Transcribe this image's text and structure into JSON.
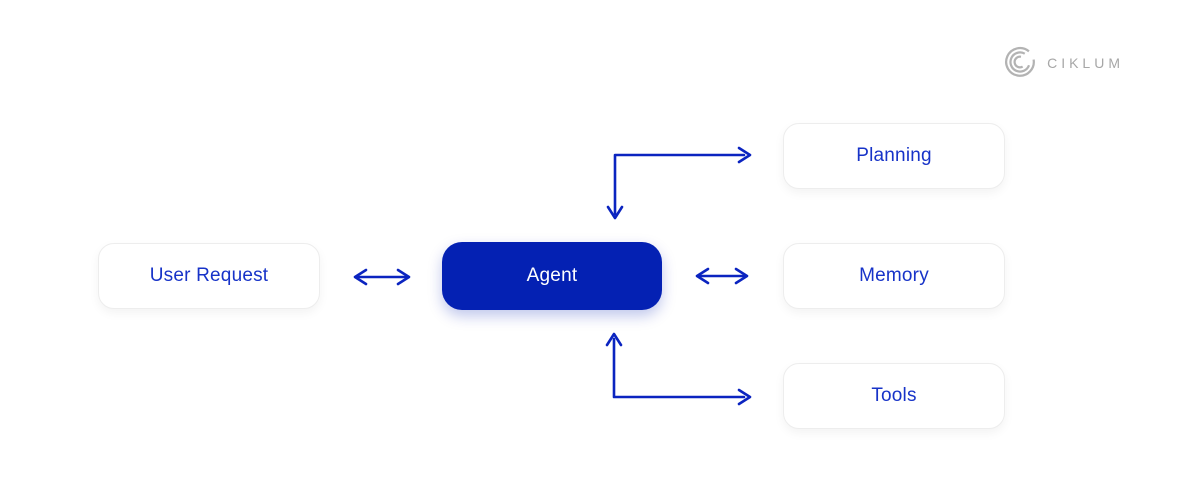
{
  "logo": {
    "brand": "CIKLUM",
    "icon": "ciklum-arcs-icon",
    "color": "#a7a7a7"
  },
  "colors": {
    "accent_blue": "#0b24c0",
    "agent_box_bg": "#0421b3",
    "node_text_blue": "#1733c8",
    "node_border": "#ededed",
    "background": "#ffffff"
  },
  "diagram": {
    "nodes": [
      {
        "id": "user-request",
        "label": "User Request",
        "type": "secondary"
      },
      {
        "id": "agent",
        "label": "Agent",
        "type": "primary"
      },
      {
        "id": "planning",
        "label": "Planning",
        "type": "secondary"
      },
      {
        "id": "memory",
        "label": "Memory",
        "type": "secondary"
      },
      {
        "id": "tools",
        "label": "Tools",
        "type": "secondary"
      }
    ],
    "edges": [
      {
        "from": "user-request",
        "to": "agent",
        "style": "straight-bidirectional"
      },
      {
        "from": "agent",
        "to": "memory",
        "style": "straight-bidirectional"
      },
      {
        "from": "agent",
        "to": "planning",
        "style": "elbow-bidirectional"
      },
      {
        "from": "agent",
        "to": "tools",
        "style": "elbow-bidirectional"
      }
    ]
  }
}
